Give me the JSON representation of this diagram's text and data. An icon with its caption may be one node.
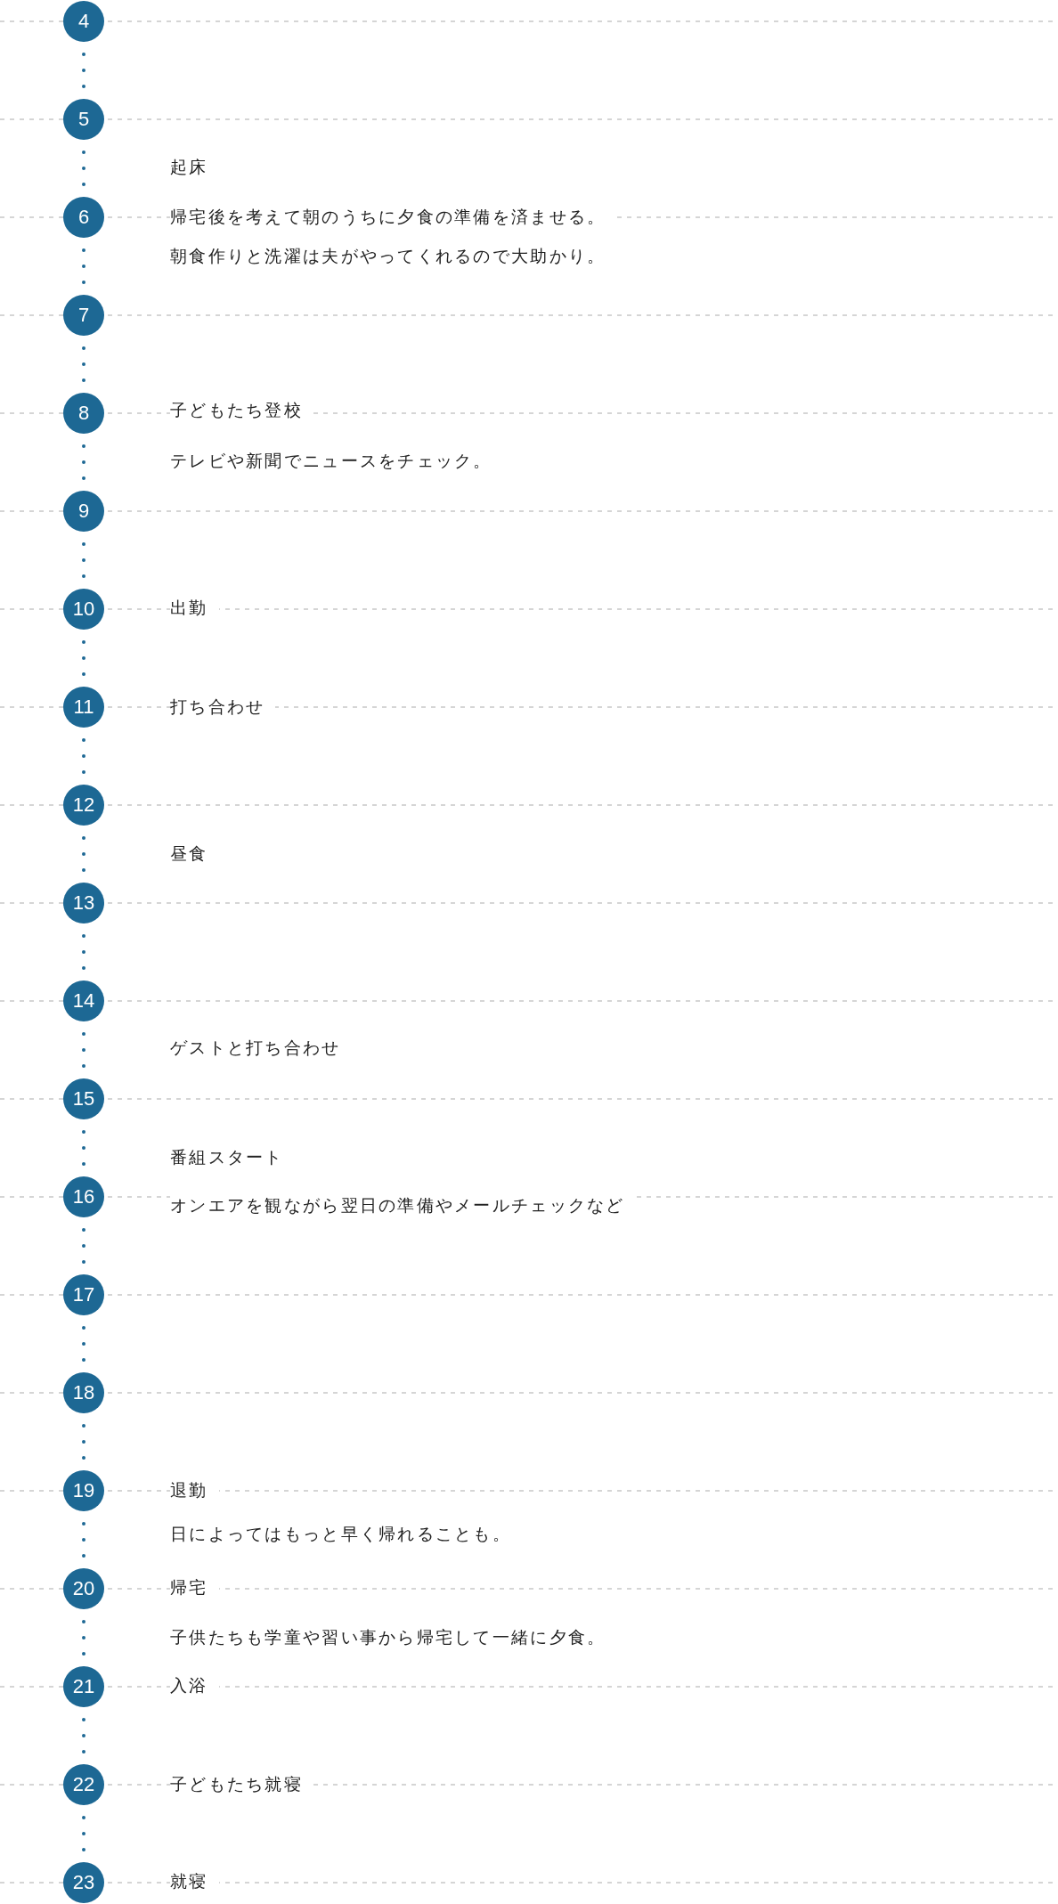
{
  "diagram": {
    "nodes": [
      {
        "text": [
          "4"
        ]
      },
      {
        "text": [
          "5"
        ]
      },
      {
        "text": [
          "6"
        ]
      },
      {
        "text": [
          "7"
        ]
      },
      {
        "text": [
          "8"
        ]
      },
      {
        "text": [
          "9"
        ]
      },
      {
        "text": [
          "10"
        ]
      },
      {
        "text": [
          "11"
        ]
      },
      {
        "text": [
          "12"
        ]
      },
      {
        "text": [
          "13"
        ]
      },
      {
        "text": [
          "14"
        ]
      },
      {
        "text": [
          "15"
        ]
      },
      {
        "text": [
          "16"
        ]
      },
      {
        "text": [
          "17"
        ]
      },
      {
        "text": [
          "18"
        ]
      },
      {
        "text": [
          "19"
        ]
      },
      {
        "text": [
          "20"
        ]
      },
      {
        "text": [
          "21"
        ]
      },
      {
        "text": [
          "22"
        ]
      },
      {
        "text": [
          "23"
        ]
      }
    ],
    "edges": [
      {
        "from": 0,
        "to": 1,
        "arrow": "none",
        "style": "dashed"
      },
      {
        "from": 1,
        "to": 2,
        "arrow": "none",
        "style": "dashed"
      },
      {
        "from": 2,
        "to": 3,
        "arrow": "none",
        "style": "dashed"
      },
      {
        "from": 3,
        "to": 4,
        "arrow": "none",
        "style": "dashed"
      },
      {
        "from": 4,
        "to": 5,
        "arrow": "none",
        "style": "dashed"
      },
      {
        "from": 5,
        "to": 6,
        "arrow": "none",
        "style": "dashed"
      },
      {
        "from": 6,
        "to": 7,
        "arrow": "none",
        "style": "dashed"
      },
      {
        "from": 7,
        "to": 8,
        "arrow": "none",
        "style": "dashed"
      },
      {
        "from": 8,
        "to": 9,
        "arrow": "none",
        "style": "dashed"
      },
      {
        "from": 9,
        "to": 10,
        "arrow": "none",
        "style": "dashed"
      },
      {
        "from": 10,
        "to": 11,
        "arrow": "none",
        "style": "dashed"
      },
      {
        "from": 11,
        "to": 12,
        "arrow": "none",
        "style": "dashed"
      },
      {
        "from": 12,
        "to": 13,
        "arrow": "none",
        "style": "dashed"
      },
      {
        "from": 13,
        "to": 14,
        "arrow": "none",
        "style": "dashed"
      },
      {
        "from": 14,
        "to": 15,
        "arrow": "none",
        "style": "dashed"
      },
      {
        "from": 15,
        "to": 16,
        "arrow": "none",
        "style": "dashed"
      },
      {
        "from": 16,
        "to": 17,
        "arrow": "none",
        "style": "dashed"
      },
      {
        "from": 17,
        "to": 18,
        "arrow": "none",
        "style": "dashed"
      },
      {
        "from": 18,
        "to": 19,
        "arrow": "none",
        "style": "dashed"
      }
    ],
    "labels": [
      "起床",
      "帰宅後を考えて朝のうちに夕食の準備を済ませる。",
      "朝食作りと洗濯は夫がやってくれるので大助かり。",
      "子どもたち登校",
      "テレビや新聞でニュースをチェック。",
      "出勤",
      "打ち合わせ",
      "昼食",
      "ゲストと打ち合わせ",
      "番組スタート",
      "オンエアを観ながら翌日の準備やメールチェックなど",
      "退勤",
      "日によってはもっと早く帰れることも。",
      "帰宅",
      "子供たちも学童や習い事から帰宅して一緒に夕食。",
      "入浴",
      "子どもたち就寝",
      "就寝"
    ]
  }
}
